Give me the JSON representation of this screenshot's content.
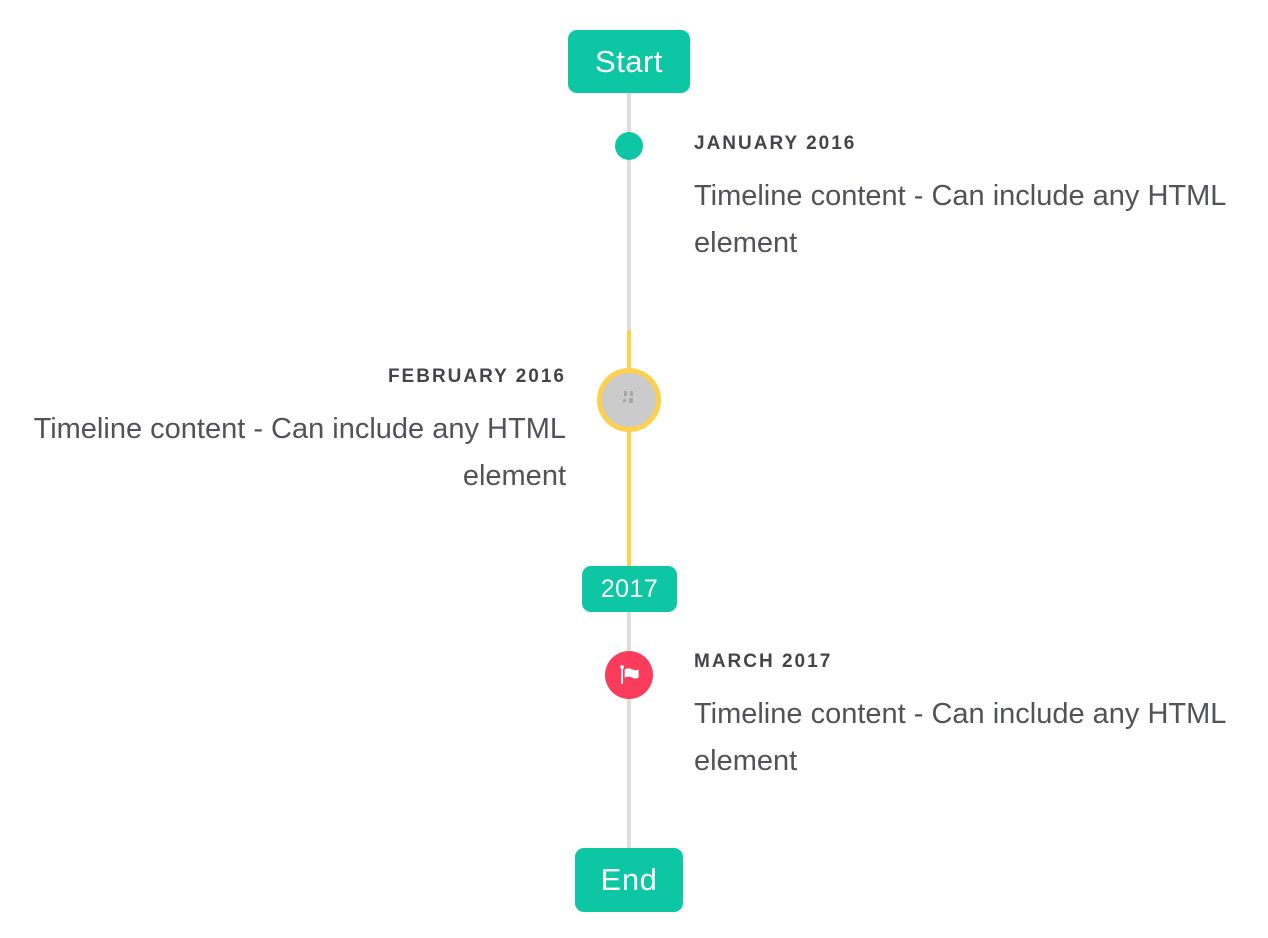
{
  "timeline": {
    "start_label": "Start",
    "year_badge": "2017",
    "end_label": "End",
    "entries": [
      {
        "title": "JANUARY 2016",
        "body": "Timeline content - Can include any HTML element",
        "side": "right",
        "marker": "teal-dot"
      },
      {
        "title": "FEBRUARY 2016",
        "body": "Timeline content - Can include any HTML element",
        "side": "left",
        "marker": "image-placeholder-circle"
      },
      {
        "title": "MARCH 2017",
        "body": "Timeline content - Can include any HTML element",
        "side": "right",
        "marker": "flag-circle"
      }
    ],
    "icons": {
      "flag": "flag-icon",
      "broken_image": "broken-image-icon"
    },
    "colors": {
      "accent_teal": "#0dc7a4",
      "highlight_yellow": "#fdd14d",
      "flag_red": "#f93b5c",
      "line_gray": "#dddddd",
      "placeholder_gray": "#cbcbcb",
      "title_text": "#44454a",
      "body_text": "#515358"
    }
  }
}
